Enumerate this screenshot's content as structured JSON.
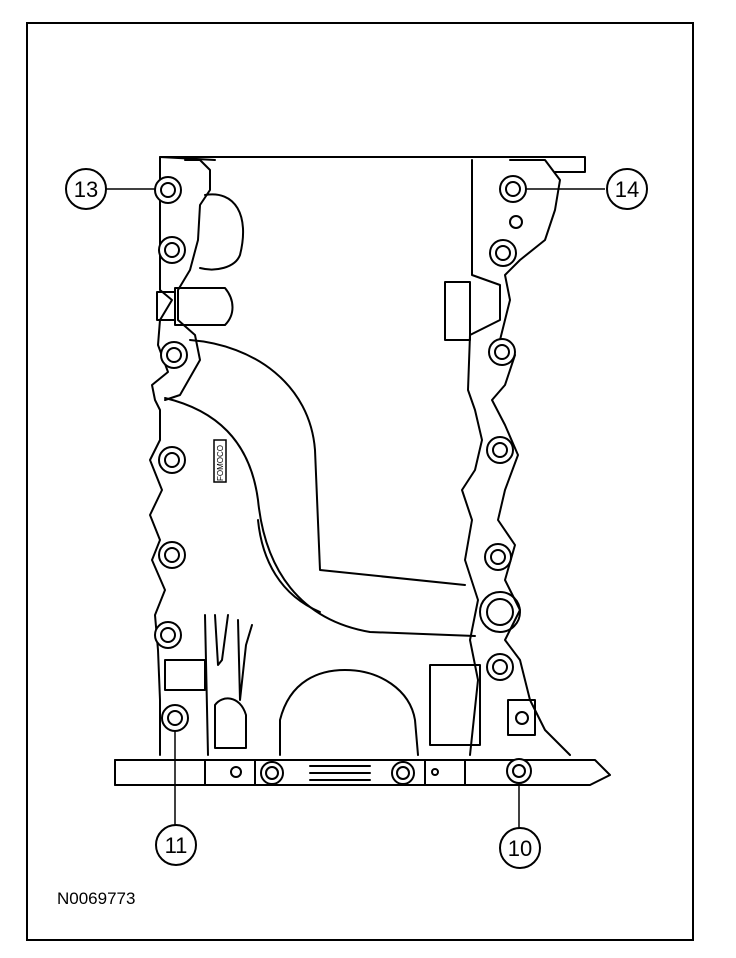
{
  "callouts": {
    "c13": "13",
    "c14": "14",
    "c11": "11",
    "c10": "10"
  },
  "figure_id": "N0069773",
  "embossed_label": "FOMOCO",
  "colors": {
    "line": "#000000",
    "fill": "#ffffff",
    "shade": "#f2f2f2"
  }
}
